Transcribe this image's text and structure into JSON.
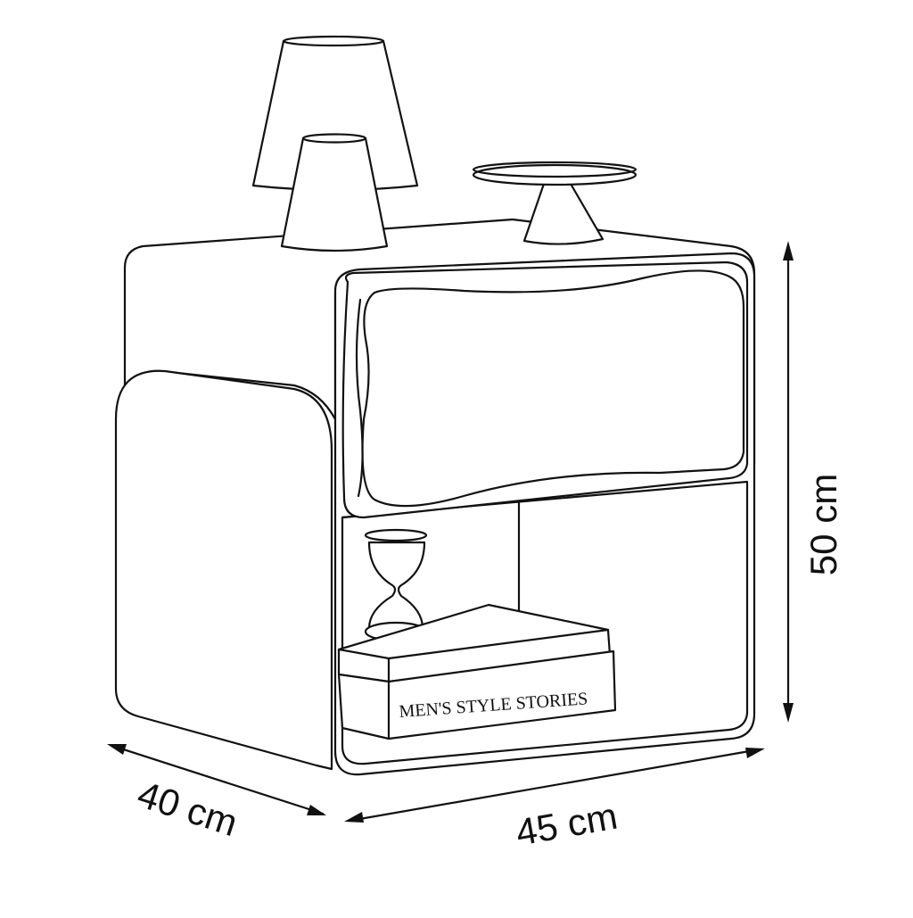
{
  "dimensions": {
    "depth": "40 cm",
    "width": "45 cm",
    "height": "50 cm"
  },
  "book": {
    "spine_title": "MEN'S STYLE STORIES"
  },
  "objects": [
    "table-lamp",
    "cake-stand",
    "hourglass",
    "book-stack",
    "drawer",
    "open-shelf"
  ],
  "colors": {
    "stroke": "#111111",
    "background": "#ffffff"
  }
}
